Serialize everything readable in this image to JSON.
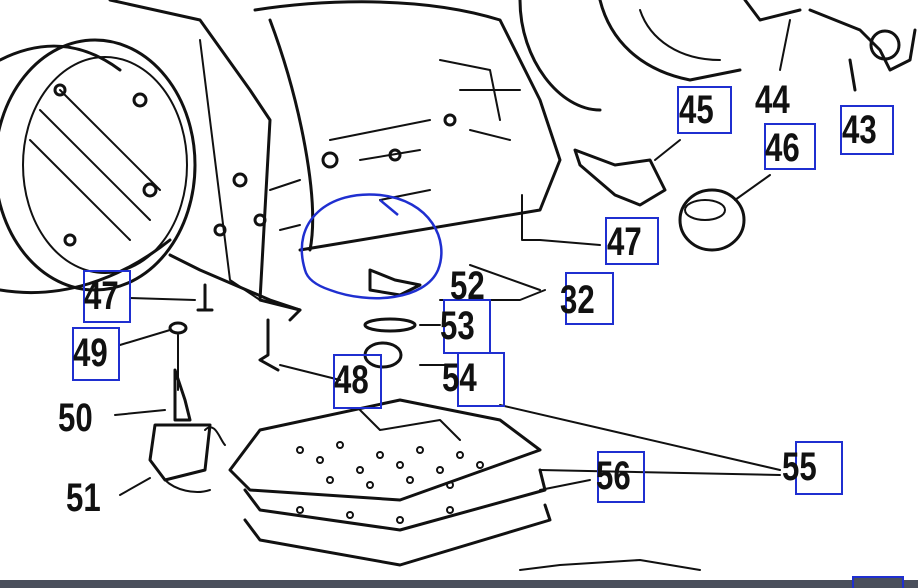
{
  "diagram": {
    "labels": {
      "l43": "43",
      "l44": "44",
      "l45": "45",
      "l46": "46",
      "l47a": "47",
      "l47b": "47",
      "l48": "48",
      "l49": "49",
      "l50": "50",
      "l51": "51",
      "l52": "52",
      "l53": "53",
      "l54": "54",
      "l55": "55",
      "l56": "56",
      "l32": "32"
    },
    "colors": {
      "ink": "#111111",
      "annotation": "#1f2fd0",
      "bar": "#4a4f5c"
    }
  }
}
